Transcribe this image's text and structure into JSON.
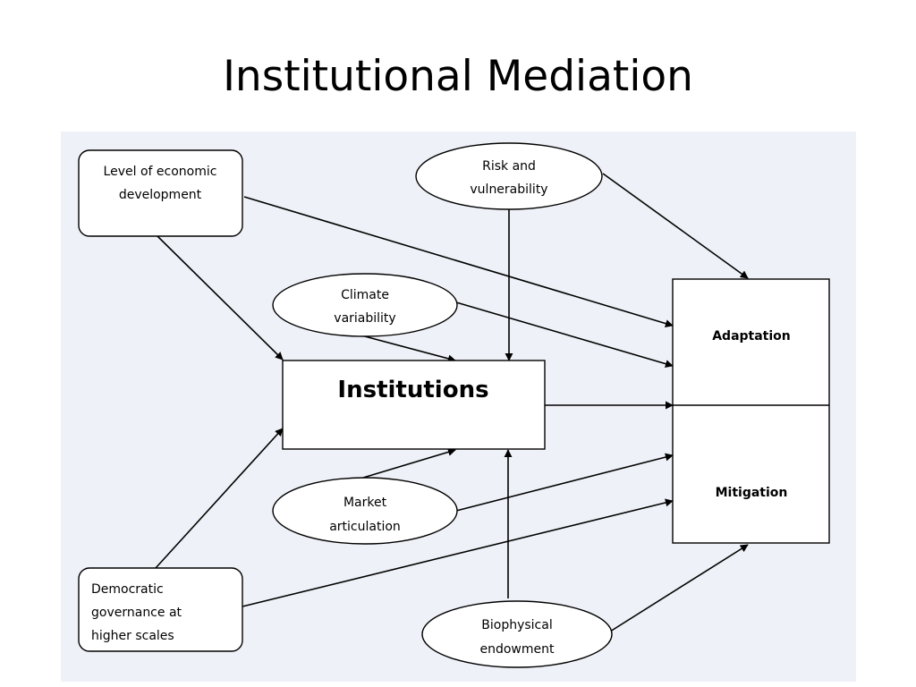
{
  "slide": {
    "title": "Institutional Mediation"
  },
  "diagram": {
    "nodes": {
      "economic": {
        "line1": "Level of economic",
        "line2": "development"
      },
      "risk": {
        "line1": "Risk and",
        "line2": "vulnerability"
      },
      "climate": {
        "line1": "Climate",
        "line2": "variability"
      },
      "institutions": {
        "label": "Institutions"
      },
      "adaptation": {
        "label": "Adaptation"
      },
      "mitigation": {
        "label": "Mitigation"
      },
      "market": {
        "line1": "Market",
        "line2": "articulation"
      },
      "democratic": {
        "line1": "Democratic",
        "line2": "governance at",
        "line3": "higher scales"
      },
      "biophysical": {
        "line1": "Biophysical",
        "line2": "endowment"
      }
    },
    "edges": [
      {
        "from": "economic",
        "to": "institutions"
      },
      {
        "from": "economic",
        "to": "adaptation"
      },
      {
        "from": "risk",
        "to": "institutions"
      },
      {
        "from": "risk",
        "to": "adaptation"
      },
      {
        "from": "climate",
        "to": "institutions"
      },
      {
        "from": "climate",
        "to": "adaptation"
      },
      {
        "from": "institutions",
        "to": "adaptation/mitigation"
      },
      {
        "from": "market",
        "to": "institutions"
      },
      {
        "from": "market",
        "to": "mitigation"
      },
      {
        "from": "democratic",
        "to": "institutions"
      },
      {
        "from": "democratic",
        "to": "mitigation"
      },
      {
        "from": "biophysical",
        "to": "institutions"
      },
      {
        "from": "biophysical",
        "to": "mitigation"
      }
    ]
  }
}
